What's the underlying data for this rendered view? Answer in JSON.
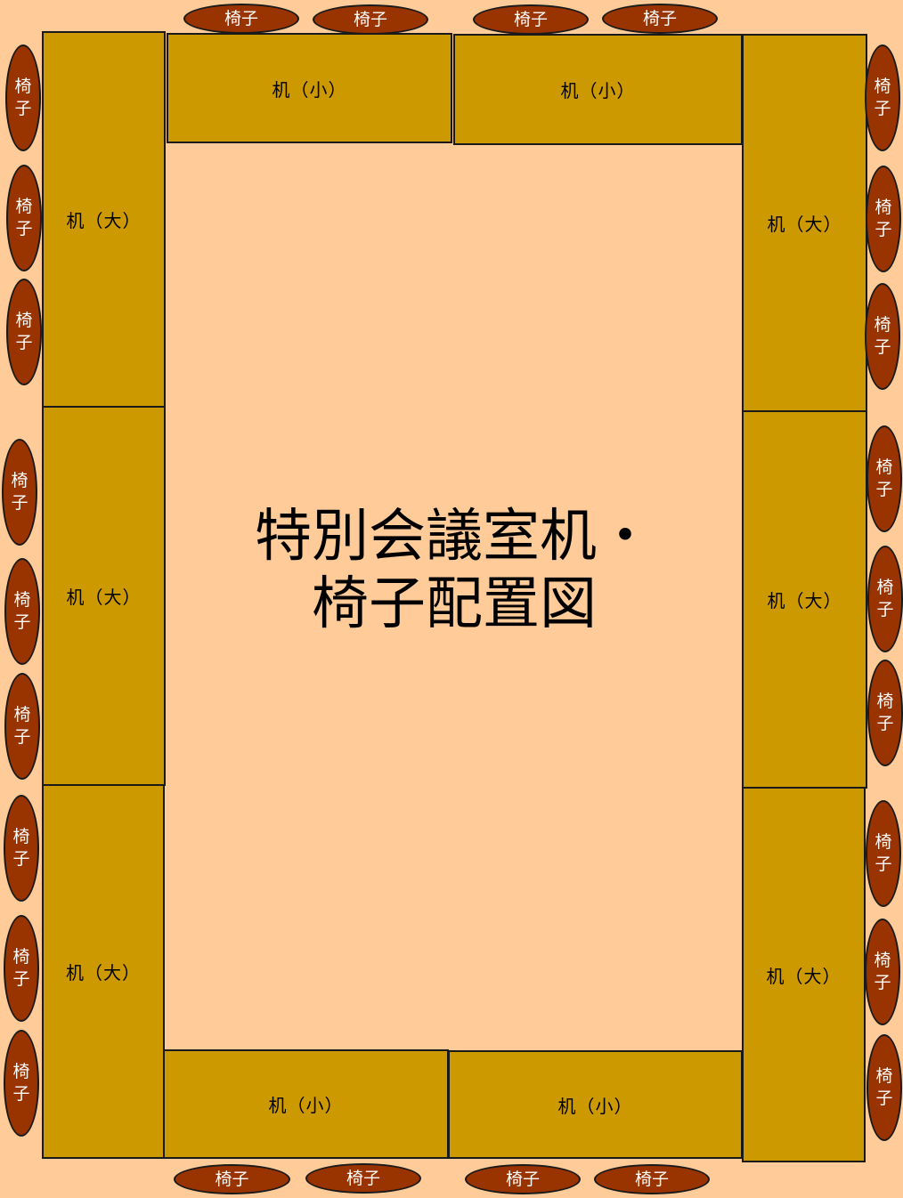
{
  "title": {
    "line1": "特別会議室机・",
    "line2": "椅子配置図"
  },
  "desks": {
    "large": "机（大）",
    "small": "机（小）"
  },
  "chair_label": "椅子",
  "colors": {
    "background": "#ffcc99",
    "desk": "#cc9900",
    "chair": "#993300",
    "outline": "#1a1a1a"
  }
}
